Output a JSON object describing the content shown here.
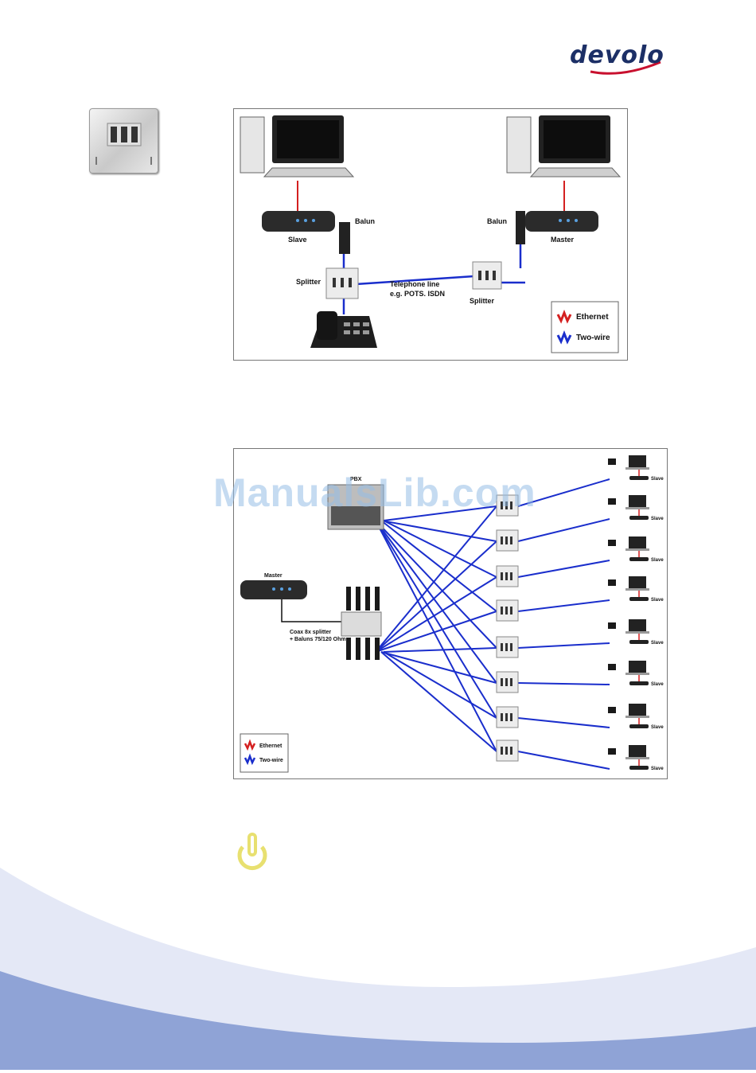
{
  "brand": {
    "logo_text": "devolo",
    "color": "#1c2f66"
  },
  "watermark": {
    "text": "ManualsLib.com"
  },
  "diagram1": {
    "labels": {
      "slave": "Slave",
      "master": "Master",
      "balun_left": "Balun",
      "balun_right": "Balun",
      "splitter_left": "Splitter",
      "splitter_right": "Splitter",
      "telephone_line": "Telephone line",
      "telephone_line_sub": "e.g. POTS. ISDN"
    },
    "legend": {
      "ethernet": "Ethernet",
      "two_wire": "Two-wire"
    }
  },
  "diagram2": {
    "labels": {
      "master": "Master",
      "pbx": "PBX",
      "coax_line1": "Coax 8x splitter",
      "coax_line2": "+ Baluns 75/120 Ohm",
      "slaves": [
        "Slave",
        "Slave",
        "Slave",
        "Slave",
        "Slave",
        "Slave",
        "Slave",
        "Slave"
      ]
    },
    "legend": {
      "ethernet": "Ethernet",
      "two_wire": "Two-wire"
    }
  },
  "colors": {
    "ethernet": "#d42020",
    "two_wire": "#1a2ecc",
    "page_wave": "#8fa3d6"
  }
}
